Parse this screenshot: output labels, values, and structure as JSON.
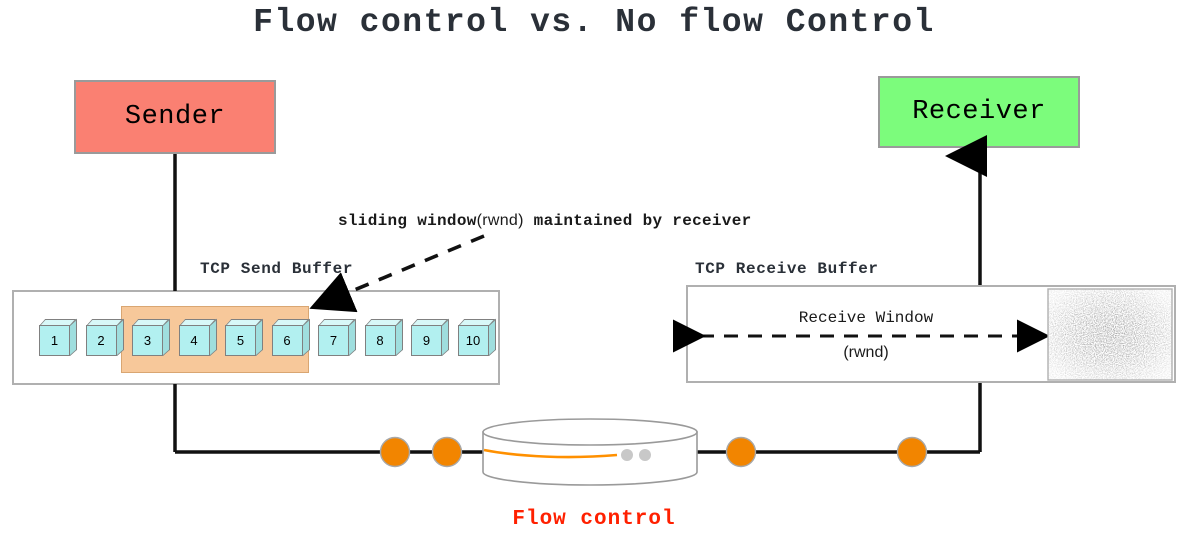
{
  "title": "Flow control vs. No flow Control",
  "endpoints": {
    "sender": {
      "label": "Sender",
      "color": "#fa8072"
    },
    "receiver": {
      "label": "Receiver",
      "color": "#7cfc7c"
    }
  },
  "send_buffer": {
    "label": "TCP Send Buffer",
    "segments": [
      "1",
      "2",
      "3",
      "4",
      "5",
      "6",
      "7",
      "8",
      "9",
      "10"
    ],
    "window_segments": [
      "3",
      "4",
      "5",
      "6"
    ],
    "window_color": "#f7c89a",
    "segment_color": "#b2f0f0"
  },
  "receive_buffer": {
    "label": "TCP Receive Buffer",
    "window_label": "Receive Window",
    "window_var": "(rwnd)",
    "occupied_region": "noise-fill"
  },
  "annotation": {
    "text_prefix": "sliding window",
    "text_var": "(rwnd)",
    "text_suffix": " maintained by receiver"
  },
  "network": {
    "caption": "Flow control",
    "caption_color": "#ff2000",
    "router_dots": 4,
    "router_dot_color": "#f28500",
    "cloud_dots": 2,
    "cloud_curve_color": "#ff9000"
  }
}
